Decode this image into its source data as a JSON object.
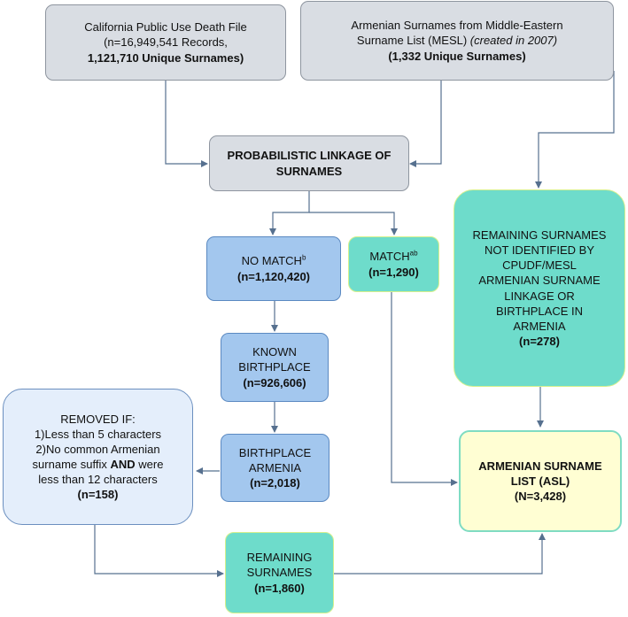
{
  "cpudf": {
    "line1": "California Public Use Death File",
    "line2": "(n=16,949,541 Records,",
    "line3": "1,121,710 Unique Surnames)"
  },
  "mesl": {
    "line1": "Armenian Surnames from Middle-Eastern",
    "line2_plain": "Surname List (MESL) ",
    "line2_italic": "(created in 2007)",
    "line3": "(1,332 Unique Surnames)"
  },
  "linkage": {
    "line1": "PROBABILISTIC LINKAGE OF",
    "line2": "SURNAMES"
  },
  "no_match": {
    "label": "NO MATCH",
    "sup": "b",
    "count": "(n=1,120,420)"
  },
  "match": {
    "label": "MATCH",
    "sup": "ab",
    "count": "(n=1,290)"
  },
  "remaining_unidentified": {
    "lines": [
      "REMAINING SURNAMES",
      "NOT IDENTIFIED BY",
      "CPUDF/MESL",
      "ARMENIAN SURNAME",
      "LINKAGE OR",
      "BIRTHPLACE IN",
      "ARMENIA"
    ],
    "count": "(n=278)"
  },
  "known_birthplace": {
    "line1": "KNOWN",
    "line2": "BIRTHPLACE",
    "count": "(n=926,606)"
  },
  "birthplace_armenia": {
    "line1": "BIRTHPLACE",
    "line2": "ARMENIA",
    "count": "(n=2,018)"
  },
  "removed": {
    "title": "REMOVED IF:",
    "line1": "1)Less than 5 characters",
    "line2": "2)No common Armenian",
    "line3_plain": "surname suffix ",
    "line3_bold": "AND",
    "line3_end": " were",
    "line4": "less than 12 characters",
    "count": "(n=158)"
  },
  "asl": {
    "line1": "ARMENIAN SURNAME",
    "line2": "LIST (ASL)",
    "count": "(N=3,428)"
  },
  "remaining_surnames": {
    "line1": "REMAINING",
    "line2": "SURNAMES",
    "count": "(n=1,860)"
  },
  "colors": {
    "grey_fill": "#d9dde3",
    "blue_fill": "#a3c7ee",
    "teal_fill": "#6edccb",
    "yellow_fill": "#fffed3",
    "light_blue_fill": "#e4eefb",
    "arrow": "#56708f"
  }
}
